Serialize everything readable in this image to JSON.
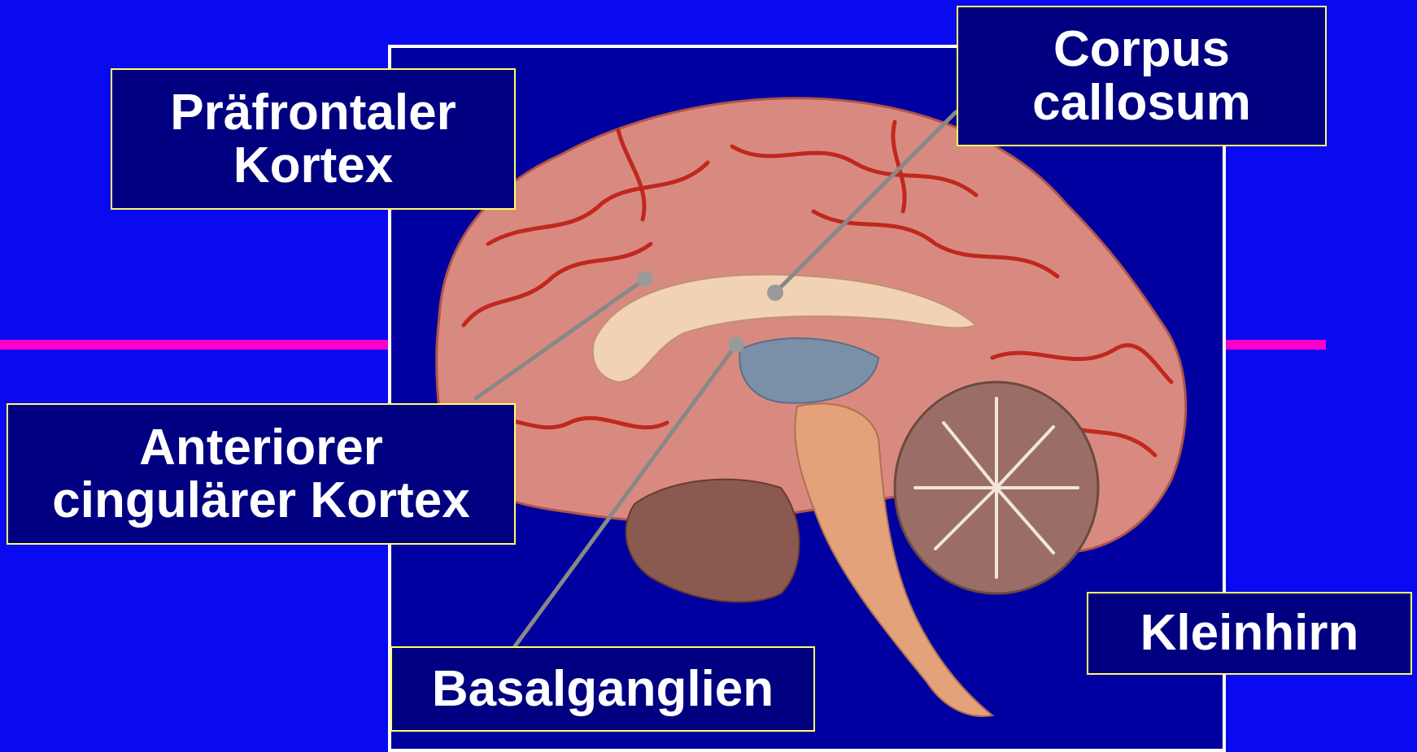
{
  "labels": {
    "prefrontal": {
      "line1": "Präfrontaler",
      "line2": "Kortex"
    },
    "corpus_callosum": {
      "line1": "Corpus",
      "line2": "callosum"
    },
    "anterior_cingulate": {
      "line1": "Anteriorer",
      "line2": "cingulärer Kortex"
    },
    "basal_ganglia": {
      "line1": "Basalganglien"
    },
    "cerebellum": {
      "line1": "Kleinhirn"
    }
  },
  "colors": {
    "background": "#0a0af0",
    "panel": "#0000a0",
    "label_fill": "#000080",
    "label_border": "#ffff66",
    "stripe": "#ff00cc",
    "pointer": "#888888"
  }
}
